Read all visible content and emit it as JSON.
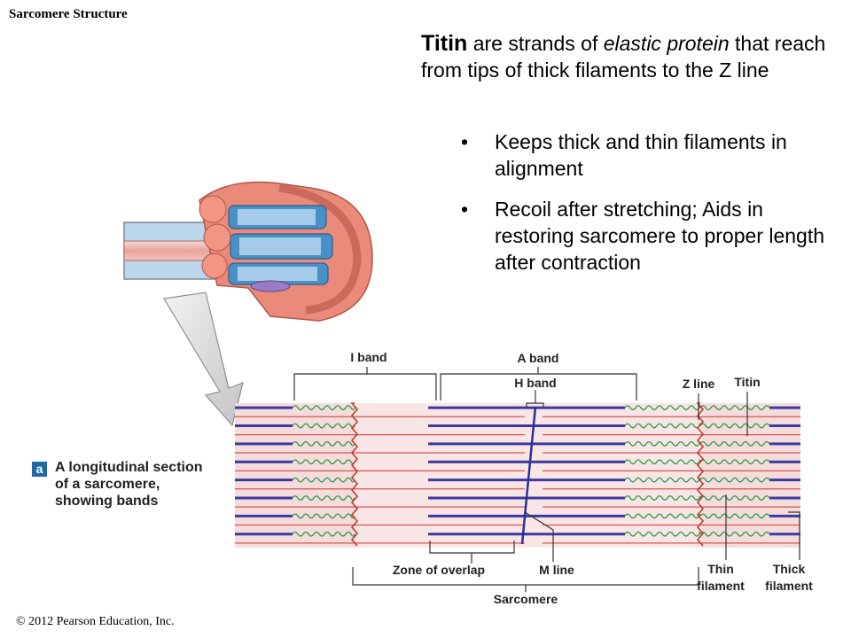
{
  "slide": {
    "title": "Sarcomere Structure",
    "copyright": "© 2012 Pearson Education, Inc."
  },
  "text": {
    "term": "Titin",
    "intro_part1": " are strands of ",
    "intro_em": "elastic protein",
    "intro_part2": " that reach from tips of thick filaments to the Z line",
    "bullet_symbol": "•",
    "bullets": [
      "Keeps thick and thin filaments in alignment",
      "Recoil after stretching; Aids in restoring sarcomere to proper length after contraction"
    ]
  },
  "caption": {
    "tag": "a",
    "text": "A longitudinal section of a sarcomere, showing bands"
  },
  "labels": {
    "i_band": "I band",
    "a_band": "A band",
    "h_band": "H band",
    "z_line": "Z line",
    "titin": "Titin",
    "zone_of_overlap": "Zone of overlap",
    "m_line": "M line",
    "thin_filament_1": "Thin",
    "thin_filament_2": "filament",
    "thick_filament_1": "Thick",
    "thick_filament_2": "filament",
    "sarcomere": "Sarcomere"
  },
  "colors": {
    "thick_filament": "#3c3aa0",
    "thin_filament": "#d9534f",
    "titin": "#2e9a4a",
    "z_line": "#c0392b",
    "m_line": "#2a2f9a",
    "band_background": "#f4dcdc",
    "caption_tag": "#1f6aa8"
  }
}
